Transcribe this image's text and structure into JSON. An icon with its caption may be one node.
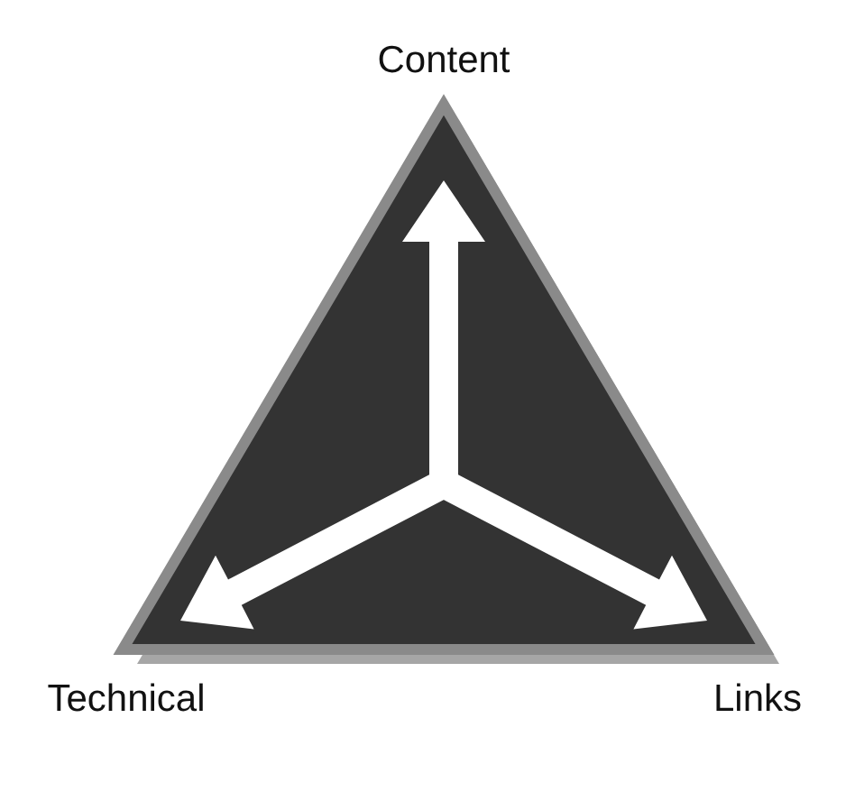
{
  "diagram": {
    "nodes": [
      {
        "text": [],
        "shape": "triangle"
      }
    ],
    "labels": [
      "Content",
      "Technical",
      "Links"
    ]
  }
}
